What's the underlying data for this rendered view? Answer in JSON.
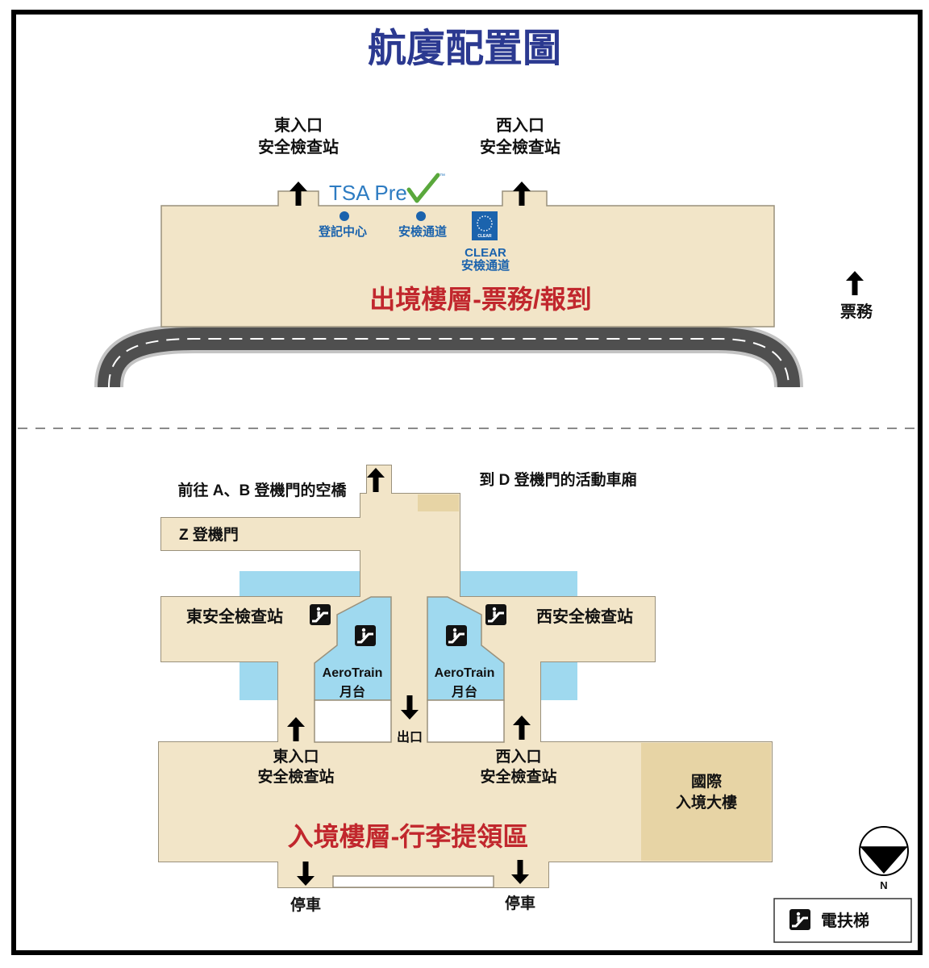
{
  "title": "航廈配置圖",
  "departures": {
    "east_entrance": [
      "東入口",
      "安全檢查站"
    ],
    "west_entrance": [
      "西入口",
      "安全檢查站"
    ],
    "tsa_logo": "TSA Pre",
    "tsa_tm": "™",
    "registration_center": "登記中心",
    "tsa_lane": "安檢通道",
    "clear_logo": "CLEAR",
    "clear_label": "CLEAR",
    "clear_lane": "安檢通道",
    "level_name": "出境樓層-票務/報到",
    "ticketing": "票務"
  },
  "arrivals": {
    "ab_gates": "前往 A、B 登機門的空橋",
    "d_gates": "到 D 登機門的活動車廂",
    "z_gates": "Z 登機門",
    "east_security": "東安全檢查站",
    "west_security": "西安全檢查站",
    "aerotrain_left": [
      "AeroTrain",
      "月台"
    ],
    "aerotrain_right": [
      "AeroTrain",
      "月台"
    ],
    "exit": "出口",
    "east_entrance": [
      "東入口",
      "安全檢查站"
    ],
    "west_entrance": [
      "西入口",
      "安全檢查站"
    ],
    "international": [
      "國際",
      "入境大樓"
    ],
    "level_name": "入境樓層-行李提領區",
    "parking_left": "停車",
    "parking_right": "停車"
  },
  "compass": {
    "north": "N",
    "icon": "compass-icon"
  },
  "legend": {
    "escalator": "電扶梯",
    "icon": "escalator-icon"
  },
  "colors": {
    "title": "#2b3990",
    "level_name": "#c1272d",
    "label_blue": "#1b63ad",
    "building": "#f2e5c8",
    "building_dark": "#e7d4a5",
    "train_area": "#9fd9ef",
    "tsa_check": "#5aa83c",
    "road": "#4f4f4f"
  }
}
